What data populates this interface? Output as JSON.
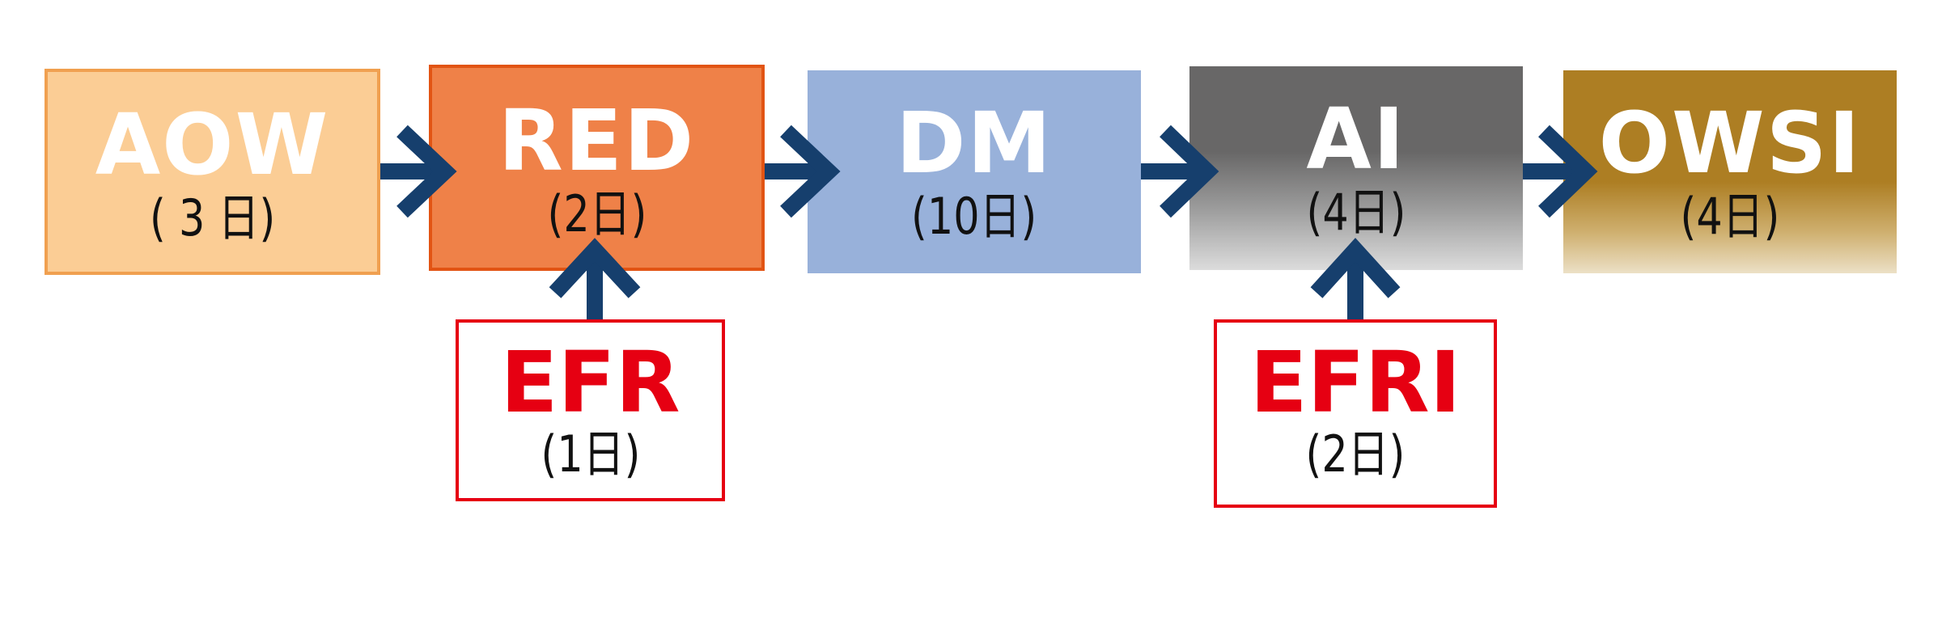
{
  "diagram": {
    "accent_colors": {
      "arrow": "#163f6d",
      "input_border": "#e60012",
      "input_text": "#e60012"
    },
    "nodes": [
      {
        "id": "aow",
        "title": "AOW",
        "days": "( 3 日)",
        "color": "#fbcd95"
      },
      {
        "id": "red",
        "title": "RED",
        "days": "(2日)",
        "color": "#ef8148"
      },
      {
        "id": "dm",
        "title": "DM",
        "days": "(10日)",
        "color": "#98b1da"
      },
      {
        "id": "ai",
        "title": "AI",
        "days": "(4日)",
        "color": "#686767"
      },
      {
        "id": "owsi",
        "title": "OWSI",
        "days": "(4日)",
        "color": "#ad7e23"
      }
    ],
    "inputs": [
      {
        "id": "efr",
        "title": "EFR",
        "days": "(1日)",
        "feeds": "red"
      },
      {
        "id": "efri",
        "title": "EFRI",
        "days": "(2日)",
        "feeds": "ai"
      }
    ],
    "edges": [
      {
        "from": "aow",
        "to": "red"
      },
      {
        "from": "red",
        "to": "dm"
      },
      {
        "from": "dm",
        "to": "ai"
      },
      {
        "from": "ai",
        "to": "owsi"
      },
      {
        "from": "efr",
        "to": "red"
      },
      {
        "from": "efri",
        "to": "ai"
      }
    ]
  }
}
